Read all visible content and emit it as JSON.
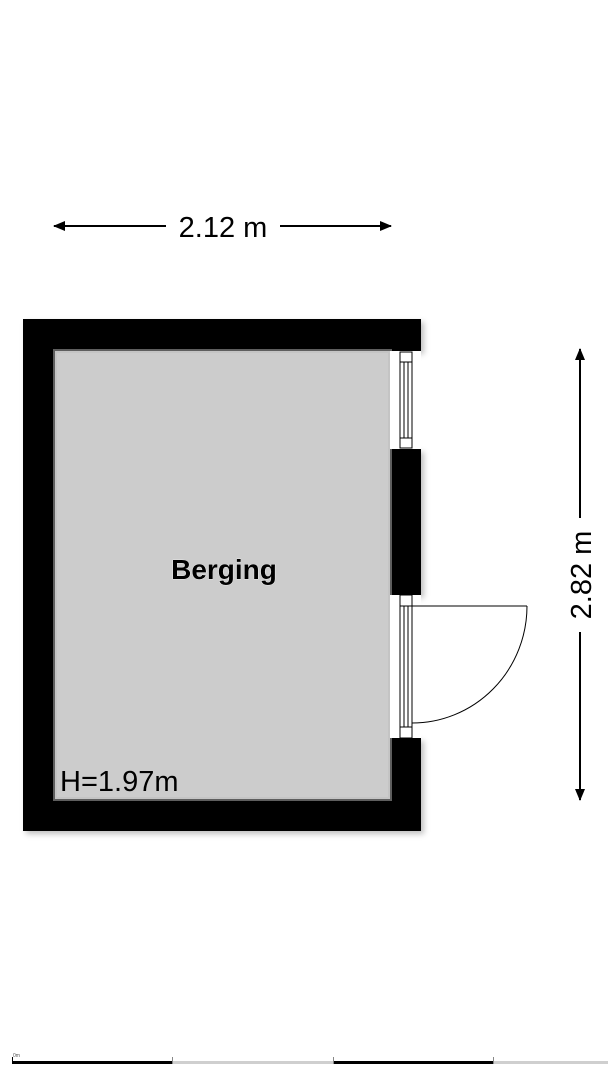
{
  "plan": {
    "room_name": "Berging",
    "ceiling_height": "H=1.97m",
    "width_dimension": "2.12 m",
    "depth_dimension": "2.82 m",
    "scale_label": "0m"
  },
  "colors": {
    "wall": "#000000",
    "floor": "#cccccc",
    "background": "#ffffff",
    "scale_gray": "#cfcfcf"
  }
}
